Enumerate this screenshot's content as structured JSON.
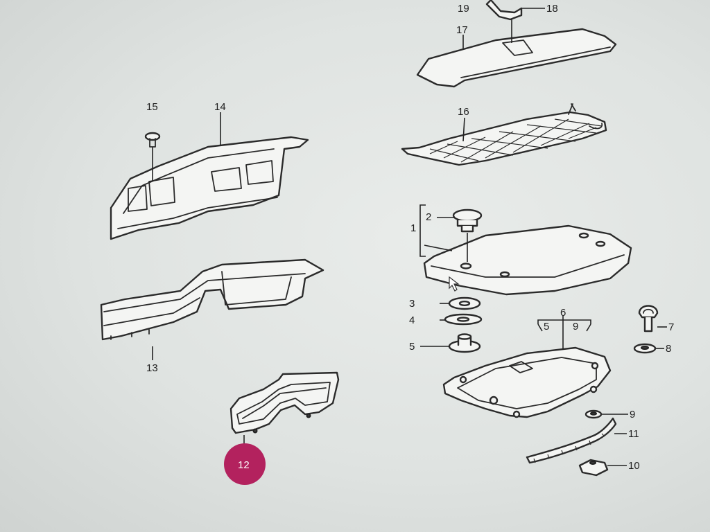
{
  "callouts": {
    "c1": "1",
    "c2": "2",
    "c3": "3",
    "c4": "4",
    "c5a": "5",
    "c5b": "5",
    "c6": "6",
    "c7": "7",
    "c8": "8",
    "c9a": "9",
    "c9b": "9",
    "c10": "10",
    "c11": "11",
    "c12": "12",
    "c13": "13",
    "c14": "14",
    "c15": "15",
    "c16": "16",
    "c17": "17",
    "c18": "18",
    "c19": "19"
  },
  "highlight": {
    "callout": "12",
    "color": "#b3225e"
  },
  "colors": {
    "line": "#2b2b2b",
    "paper": "#e6e9e7"
  }
}
